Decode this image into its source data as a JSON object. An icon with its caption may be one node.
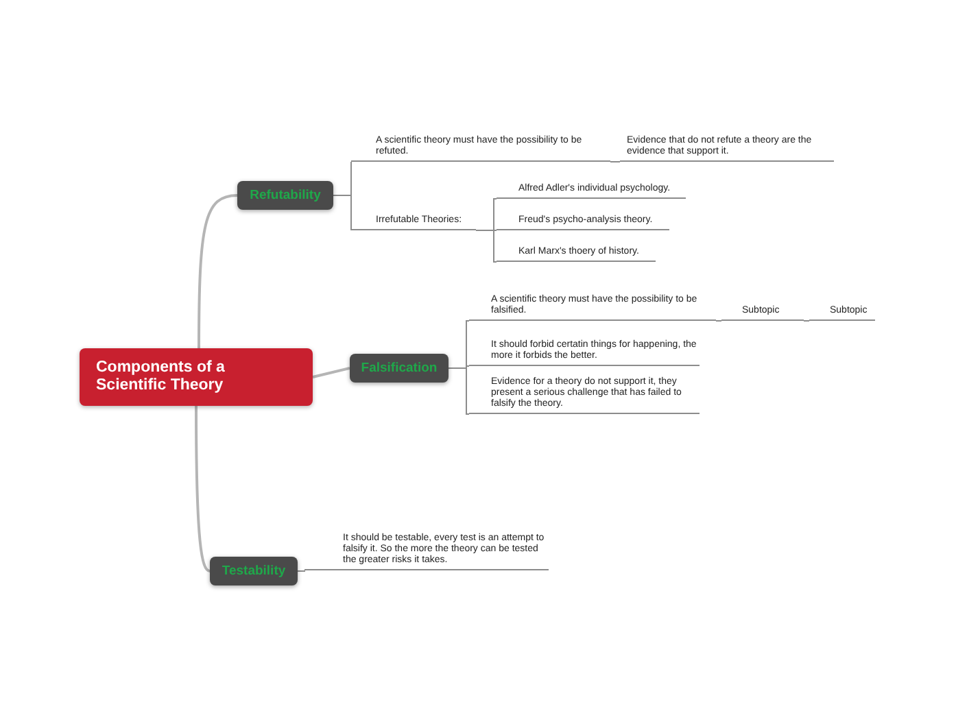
{
  "diagram": {
    "nodes": [
      {
        "text": [
          "Components of a Scientific Theory"
        ]
      },
      {
        "text": [
          "Refutability"
        ]
      },
      {
        "text": [
          "A scientific theory must have the possibility to be refuted."
        ]
      },
      {
        "text": [
          "Evidence that do not refute a theory are the evidence that support it."
        ]
      },
      {
        "text": [
          "Irrefutable Theories:"
        ]
      },
      {
        "text": [
          "Alfred Adler's individual psychology."
        ]
      },
      {
        "text": [
          "Freud's psycho-analysis theory."
        ]
      },
      {
        "text": [
          "Karl Marx's thoery of history."
        ]
      },
      {
        "text": [
          "Falsification"
        ]
      },
      {
        "text": [
          "A scientific theory must have the possibility to be falsified."
        ]
      },
      {
        "text": [
          "Subtopic"
        ]
      },
      {
        "text": [
          "Subtopic"
        ]
      },
      {
        "text": [
          "It should forbid certatin things for happening, the more it forbids the better."
        ]
      },
      {
        "text": [
          "Evidence for a theory do not support it, they present a serious challenge that has failed to falsify the theory."
        ]
      },
      {
        "text": [
          "Testability"
        ]
      },
      {
        "text": [
          "It should be testable, every test is an attempt to falsify it. So the more the theory can be tested the greater risks it takes."
        ]
      }
    ],
    "edges": [
      {
        "from": 0,
        "to": 1,
        "arrow": "none"
      },
      {
        "from": 1,
        "to": 2,
        "arrow": "none"
      },
      {
        "from": 2,
        "to": 3,
        "arrow": "none"
      },
      {
        "from": 1,
        "to": 4,
        "arrow": "none"
      },
      {
        "from": 4,
        "to": 5,
        "arrow": "none"
      },
      {
        "from": 4,
        "to": 6,
        "arrow": "none"
      },
      {
        "from": 4,
        "to": 7,
        "arrow": "none"
      },
      {
        "from": 0,
        "to": 8,
        "arrow": "none"
      },
      {
        "from": 8,
        "to": 9,
        "arrow": "none"
      },
      {
        "from": 9,
        "to": 10,
        "arrow": "none"
      },
      {
        "from": 10,
        "to": 11,
        "arrow": "none"
      },
      {
        "from": 8,
        "to": 12,
        "arrow": "none"
      },
      {
        "from": 8,
        "to": 13,
        "arrow": "none"
      },
      {
        "from": 0,
        "to": 14,
        "arrow": "none"
      },
      {
        "from": 14,
        "to": 15,
        "arrow": "none"
      }
    ]
  }
}
